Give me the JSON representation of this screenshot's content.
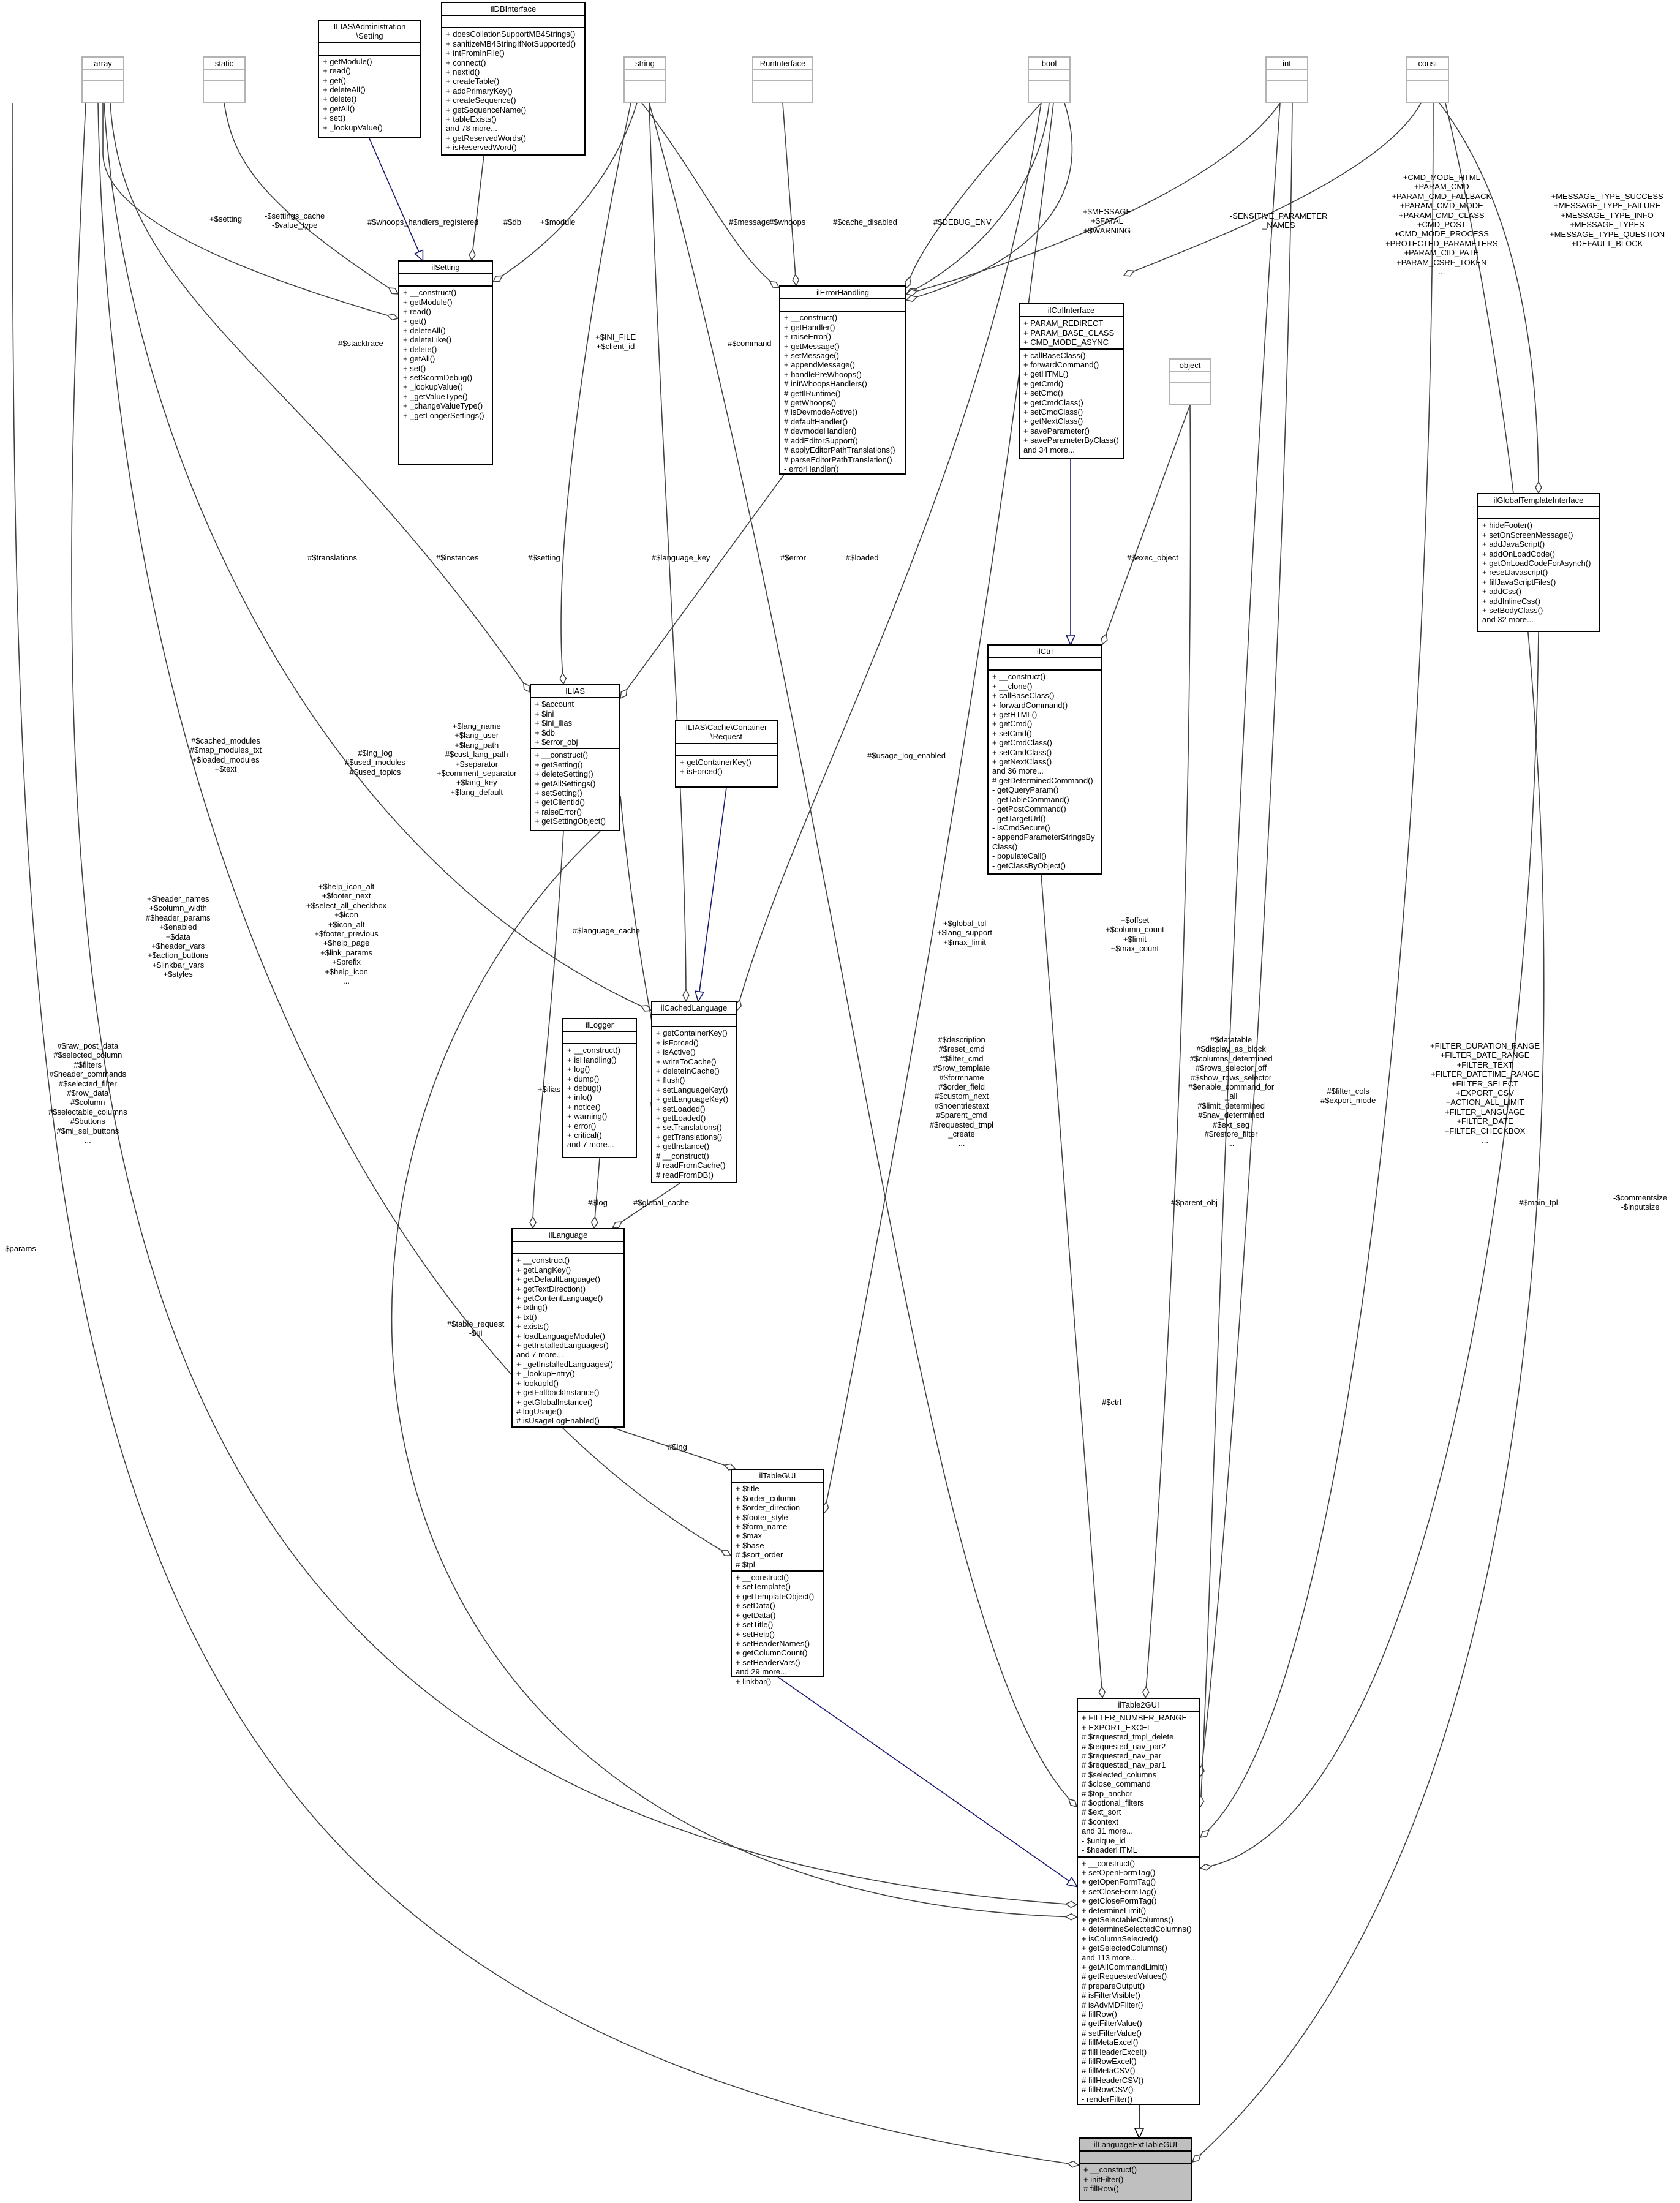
{
  "diagram": {
    "nodes": [
      {
        "id": "array",
        "title": "array",
        "attributes": [],
        "methods": [],
        "ghost": true
      },
      {
        "id": "static",
        "title": "static",
        "attributes": [],
        "methods": [],
        "ghost": true
      },
      {
        "id": "admsetting",
        "title": "ILIAS\\Administration\n\\Setting",
        "attributes": [],
        "methods": [
          "+ getModule()",
          "+ read()",
          "+ get()",
          "+ deleteAll()",
          "+ delete()",
          "+ getAll()",
          "+ set()",
          "+ _lookupValue()"
        ]
      },
      {
        "id": "dbinterface",
        "title": "ilDBInterface",
        "attributes": [],
        "methods": [
          "+ doesCollationSupportMB4Strings()",
          "+ sanitizeMB4StringIfNotSupported()",
          "+ intFromInFile()",
          "+ connect()",
          "+ nextId()",
          "+ createTable()",
          "+ addPrimaryKey()",
          "+ createSequence()",
          "+ getSequenceName()",
          "+ tableExists()",
          "and 78 more...",
          "+ getReservedWords()",
          "+ isReservedWord()"
        ]
      },
      {
        "id": "string",
        "title": "string",
        "attributes": [],
        "methods": [],
        "ghost": true
      },
      {
        "id": "runinterface",
        "title": "RunInterface",
        "attributes": [],
        "methods": [],
        "ghost": true
      },
      {
        "id": "bool",
        "title": "bool",
        "attributes": [],
        "methods": [],
        "ghost": true
      },
      {
        "id": "int",
        "title": "int",
        "attributes": [],
        "methods": [],
        "ghost": true
      },
      {
        "id": "const",
        "title": "const",
        "attributes": [],
        "methods": [],
        "ghost": true
      },
      {
        "id": "ilsetting",
        "title": "ilSetting",
        "attributes": [],
        "methods": [
          "+ __construct()",
          "+ getModule()",
          "+ read()",
          "+ get()",
          "+ deleteAll()",
          "+ deleteLike()",
          "+ delete()",
          "+ getAll()",
          "+ set()",
          "+ setScormDebug()",
          "+ _lookupValue()",
          "+ _getValueType()",
          "+ _changeValueType()",
          "+ _getLongerSettings()"
        ]
      },
      {
        "id": "ilerrorhandling",
        "title": "ilErrorHandling",
        "attributes": [],
        "methods": [
          "+ __construct()",
          "+ getHandler()",
          "+ raiseError()",
          "+ getMessage()",
          "+ setMessage()",
          "+ appendMessage()",
          "+ handlePreWhoops()",
          "# initWhoopsHandlers()",
          "# getIlRuntime()",
          "# getWhoops()",
          "# isDevmodeActive()",
          "# defaultHandler()",
          "# devmodeHandler()",
          "# addEditorSupport()",
          "# applyEditorPathTranslations()",
          "# parseEditorPathTranslation()",
          "- errorHandler()"
        ]
      },
      {
        "id": "ilctrlinterface",
        "title": "ilCtrlInterface",
        "attributes": [
          "+ PARAM_REDIRECT",
          "+ PARAM_BASE_CLASS",
          "+ CMD_MODE_ASYNC"
        ],
        "methods": [
          "+ callBaseClass()",
          "+ forwardCommand()",
          "+ getHTML()",
          "+ getCmd()",
          "+ setCmd()",
          "+ getCmdClass()",
          "+ setCmdClass()",
          "+ getNextClass()",
          "+ saveParameter()",
          "+ saveParameterByClass()",
          "and 34 more..."
        ]
      },
      {
        "id": "object",
        "title": "object",
        "attributes": [],
        "methods": [],
        "ghost": true
      },
      {
        "id": "ilglobaltemplate",
        "title": "ilGlobalTemplateInterface",
        "attributes": [],
        "methods": [
          "+ hideFooter()",
          "+ setOnScreenMessage()",
          "+ addJavaScript()",
          "+ addOnLoadCode()",
          "+ getOnLoadCodeForAsynch()",
          "+ resetJavascript()",
          "+ fillJavaScriptFiles()",
          "+ addCss()",
          "+ addInlineCss()",
          "+ setBodyClass()",
          "and 32 more..."
        ]
      },
      {
        "id": "ilias",
        "title": "ILIAS",
        "attributes": [
          "+ $account",
          "+ $ini",
          "+ $ini_ilias",
          "+ $db",
          "+ $error_obj"
        ],
        "methods": [
          "+ __construct()",
          "+ getSetting()",
          "+ deleteSetting()",
          "+ getAllSettings()",
          "+ setSetting()",
          "+ getClientId()",
          "+ raiseError()",
          "+ getSettingObject()"
        ]
      },
      {
        "id": "cacherequest",
        "title": "ILIAS\\Cache\\Container\n\\Request",
        "attributes": [],
        "methods": [
          "+ getContainerKey()",
          "+ isForced()"
        ]
      },
      {
        "id": "ilctrl",
        "title": "ilCtrl",
        "attributes": [],
        "methods": [
          "+ __construct()",
          "+ __clone()",
          "+ callBaseClass()",
          "+ forwardCommand()",
          "+ getHTML()",
          "+ getCmd()",
          "+ setCmd()",
          "+ getCmdClass()",
          "+ setCmdClass()",
          "+ getNextClass()",
          "and 36 more...",
          "# getDeterminedCommand()",
          "- getQueryParam()",
          "- getTableCommand()",
          "- getPostCommand()",
          "- getTargetUrl()",
          "- isCmdSecure()",
          "- appendParameterStringsBy",
          "Class()",
          "- populateCall()",
          "- getClassByObject()"
        ]
      },
      {
        "id": "illogger",
        "title": "ilLogger",
        "attributes": [],
        "methods": [
          "+ __construct()",
          "+ isHandling()",
          "+ log()",
          "+ dump()",
          "+ debug()",
          "+ info()",
          "+ notice()",
          "+ warning()",
          "+ error()",
          "+ critical()",
          "and 7 more..."
        ]
      },
      {
        "id": "ilcachedlanguage",
        "title": "ilCachedLanguage",
        "attributes": [],
        "methods": [
          "+ getContainerKey()",
          "+ isForced()",
          "+ isActive()",
          "+ writeToCache()",
          "+ deleteInCache()",
          "+ flush()",
          "+ setLanguageKey()",
          "+ getLanguageKey()",
          "+ setLoaded()",
          "+ getLoaded()",
          "+ setTranslations()",
          "+ getTranslations()",
          "+ getInstance()",
          "# __construct()",
          "# readFromCache()",
          "# readFromDB()"
        ]
      },
      {
        "id": "illanguage",
        "title": "ilLanguage",
        "attributes": [],
        "methods": [
          "+ __construct()",
          "+ getLangKey()",
          "+ getDefaultLanguage()",
          "+ getTextDirection()",
          "+ getContentLanguage()",
          "+ txtlng()",
          "+ txt()",
          "+ exists()",
          "+ loadLanguageModule()",
          "+ getInstalledLanguages()",
          "and 7 more...",
          "+ _getInstalledLanguages()",
          "+ _lookupEntry()",
          "+ lookupId()",
          "+ getFallbackInstance()",
          "+ getGlobalInstance()",
          "# logUsage()",
          "# isUsageLogEnabled()"
        ]
      },
      {
        "id": "iltablegui",
        "title": "ilTableGUI",
        "attributes": [
          "+ $title",
          "+ $order_column",
          "+ $order_direction",
          "+ $footer_style",
          "+ $form_name",
          "+ $max",
          "+ $base",
          "# $sort_order",
          "# $tpl"
        ],
        "methods": [
          "+ __construct()",
          "+ setTemplate()",
          "+ getTemplateObject()",
          "+ setData()",
          "+ getData()",
          "+ setTitle()",
          "+ setHelp()",
          "+ setHeaderNames()",
          "+ getColumnCount()",
          "+ setHeaderVars()",
          "and 29 more...",
          "+ linkbar()"
        ]
      },
      {
        "id": "iltable2gui",
        "title": "ilTable2GUI",
        "attributes": [
          "+ FILTER_NUMBER_RANGE",
          "+ EXPORT_EXCEL",
          "# $requested_tmpl_delete",
          "# $requested_nav_par2",
          "# $requested_nav_par",
          "# $requested_nav_par1",
          "# $selected_columns",
          "# $close_command",
          "# $top_anchor",
          "# $optional_filters",
          "# $ext_sort",
          "# $context",
          "and 31 more...",
          "- $unique_id",
          "- $headerHTML"
        ],
        "methods": [
          "+ __construct()",
          "+ setOpenFormTag()",
          "+ getOpenFormTag()",
          "+ setCloseFormTag()",
          "+ getCloseFormTag()",
          "+ determineLimit()",
          "+ getSelectableColumns()",
          "+ determineSelectedColumns()",
          "+ isColumnSelected()",
          "+ getSelectedColumns()",
          "and 113 more...",
          "+ getAllCommandLimit()",
          "# getRequestedValues()",
          "# prepareOutput()",
          "# isFilterVisible()",
          "# isAdvMDFilter()",
          "# fillRow()",
          "# getFilterValue()",
          "# setFilterValue()",
          "# fillMetaExcel()",
          "# fillHeaderExcel()",
          "# fillRowExcel()",
          "# fillMetaCSV()",
          "# fillHeaderCSV()",
          "# fillRowCSV()",
          "- renderFilter()"
        ]
      },
      {
        "id": "illangext",
        "title": "ilLanguageExtTableGUI",
        "attributes": [],
        "methods": [
          "+ __construct()",
          "+ initFilter()",
          "# fillRow()"
        ],
        "highlight": true
      }
    ],
    "edge_labels": [
      {
        "id": "l_setting",
        "text": "+$setting"
      },
      {
        "id": "l_settings_cache",
        "text": "-$settings_cache\n-$value_type"
      },
      {
        "id": "l_whoops_handlers",
        "text": "#$whoops_handlers_registered"
      },
      {
        "id": "l_db",
        "text": "#$db"
      },
      {
        "id": "l_module",
        "text": "+$module"
      },
      {
        "id": "l_message",
        "text": "#$message"
      },
      {
        "id": "l_whoops",
        "text": "#$whoops"
      },
      {
        "id": "l_cache_disabled",
        "text": "#$cache_disabled"
      },
      {
        "id": "l_debug_env",
        "text": "#$DEBUG_ENV"
      },
      {
        "id": "l_msg_fatal",
        "text": "+$MESSAGE\n+$FATAL\n+$WARNING"
      },
      {
        "id": "l_sensitive",
        "text": "-SENSITIVE_PARAMETER\n_NAMES"
      },
      {
        "id": "l_cmd_consts",
        "text": "+CMD_MODE_HTML\n+PARAM_CMD\n+PARAM_CMD_FALLBACK\n+PARAM_CMD_MODE\n+PARAM_CMD_CLASS\n+CMD_POST\n+CMD_MODE_PROCESS\n+PROTECTED_PARAMETERS\n+PARAM_CID_PATH\n+PARAM_CSRF_TOKEN\n..."
      },
      {
        "id": "l_msg_types",
        "text": "+MESSAGE_TYPE_SUCCESS\n+MESSAGE_TYPE_FAILURE\n+MESSAGE_TYPE_INFO\n+MESSAGE_TYPES\n+MESSAGE_TYPE_QUESTION\n+DEFAULT_BLOCK"
      },
      {
        "id": "l_stacktrace",
        "text": "#$stacktrace"
      },
      {
        "id": "l_ini_file",
        "text": "+$INI_FILE\n+$client_id"
      },
      {
        "id": "l_command",
        "text": "#$command"
      },
      {
        "id": "l_translations",
        "text": "#$translations"
      },
      {
        "id": "l_instances",
        "text": "#$instances"
      },
      {
        "id": "l_setting2",
        "text": "#$setting"
      },
      {
        "id": "l_language_key",
        "text": "#$language_key"
      },
      {
        "id": "l_error",
        "text": "#$error"
      },
      {
        "id": "l_loaded",
        "text": "#$loaded"
      },
      {
        "id": "l_exec_object",
        "text": "#$exec_object"
      },
      {
        "id": "l_cached_modules",
        "text": "#$cached_modules\n#$map_modules_txt\n+$loaded_modules\n+$text"
      },
      {
        "id": "l_lng_log",
        "text": "#$lng_log\n#$used_modules\n#$used_topics"
      },
      {
        "id": "l_lang_name",
        "text": "+$lang_name\n+$lang_user\n+$lang_path\n#$cust_lang_path\n+$separator\n+$comment_separator\n+$lang_key\n+$lang_default"
      },
      {
        "id": "l_usage_log",
        "text": "#$usage_log_enabled"
      },
      {
        "id": "l_header_names",
        "text": "+$header_names\n+$column_width\n#$header_params\n+$enabled\n+$data\n+$header_vars\n+$action_buttons\n+$linkbar_vars\n+$styles"
      },
      {
        "id": "l_help_icon",
        "text": "+$help_icon_alt\n+$footer_next\n+$select_all_checkbox\n+$icon\n+$icon_alt\n+$footer_previous\n+$help_page\n+$link_params\n+$prefix\n+$help_icon\n..."
      },
      {
        "id": "l_language_cache",
        "text": "#$language_cache"
      },
      {
        "id": "l_global_tpl",
        "text": "+$global_tpl\n+$lang_support\n+$max_limit"
      },
      {
        "id": "l_offset",
        "text": "+$offset\n+$column_count\n+$limit\n+$max_count"
      },
      {
        "id": "l_raw_post",
        "text": "#$raw_post_data\n#$selected_column\n#$filters\n#$header_commands\n#$selected_filter\n#$row_data\n#$column\n#$selectable_columns\n#$buttons\n#$mi_sel_buttons\n..."
      },
      {
        "id": "l_ilias",
        "text": "+$ilias"
      },
      {
        "id": "l_log",
        "text": "#$log"
      },
      {
        "id": "l_global_cache",
        "text": "#$global_cache"
      },
      {
        "id": "l_description",
        "text": "#$description\n#$reset_cmd\n#$filter_cmd\n#$row_template\n#$formname\n#$order_field\n#$custom_next\n#$noentriestext\n#$parent_cmd\n#$requested_tmpl\n_create\n..."
      },
      {
        "id": "l_datatable",
        "text": "#$datatable\n#$display_as_block\n#$columns_determined\n#$rows_selector_off\n#$show_rows_selector\n#$enable_command_for\n_all\n#$limit_determined\n#$nav_determined\n#$ext_seg\n#$restore_filter\n..."
      },
      {
        "id": "l_filter_cols",
        "text": "#$filter_cols\n#$export_mode"
      },
      {
        "id": "l_filter_consts",
        "text": "+FILTER_DURATION_RANGE\n+FILTER_DATE_RANGE\n+FILTER_TEXT\n+FILTER_DATETIME_RANGE\n+FILTER_SELECT\n+EXPORT_CSV\n+ACTION_ALL_LIMIT\n+FILTER_LANGUAGE\n+FILTER_DATE\n+FILTER_CHECKBOX\n..."
      },
      {
        "id": "l_parent_obj",
        "text": "#$parent_obj"
      },
      {
        "id": "l_main_tpl",
        "text": "#$main_tpl"
      },
      {
        "id": "l_commentsize",
        "text": "-$commentsize\n-$inputsize"
      },
      {
        "id": "l_lng",
        "text": "#$lng"
      },
      {
        "id": "l_table_request",
        "text": "#$table_request\n-$ui"
      },
      {
        "id": "l_ctrl",
        "text": "#$ctrl"
      },
      {
        "id": "l_params",
        "text": "-$params"
      }
    ]
  }
}
